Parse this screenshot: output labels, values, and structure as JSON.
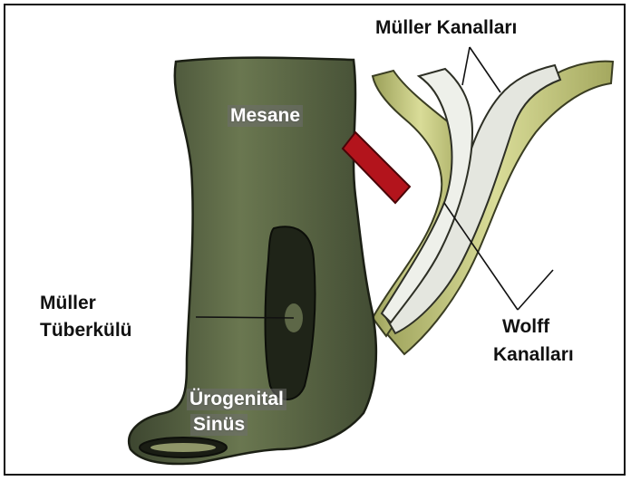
{
  "labels": {
    "muller_kanallari": "Müller Kanalları",
    "mesane": "Mesane",
    "muller_tuberkulu_line1": "Müller",
    "muller_tuberkulu_line2": "Tüberkülü",
    "wolff_kanallari_line1": "Wolff",
    "wolff_kanallari_line2": "Kanalları",
    "urogenital_line1": "Ürogenital",
    "urogenital_line2": "Sinüs"
  },
  "colors": {
    "tissue_dark": "#4f5a3c",
    "tissue_mid": "#6d7a52",
    "wolff_duct": "#cdd08a",
    "muller_duct": "#e6e8e2",
    "vessel_red": "#b3141c",
    "lumen": "#1f2418"
  }
}
